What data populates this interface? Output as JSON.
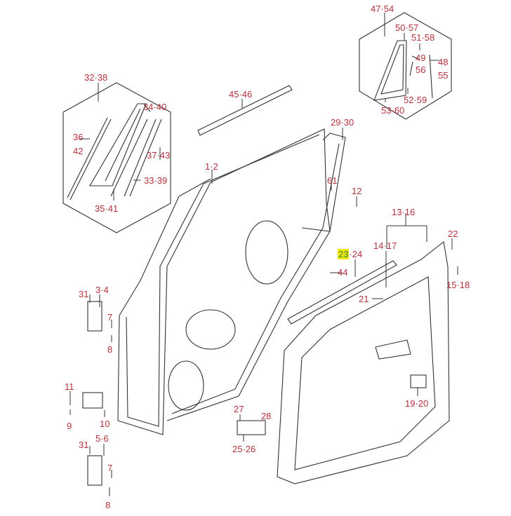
{
  "highlight_color": "#f4e50f",
  "label_color": "#b3323c",
  "callouts": {
    "c47_54": "47·54",
    "c50_57": "50·57",
    "c51_58": "51·58",
    "c49": "49",
    "c56": "56",
    "c48": "48",
    "c55": "55",
    "c52_59": "52·59",
    "c53_60": "53·60",
    "c32_38": "32·38",
    "c45_46": "45·46",
    "c34_40": "34·40",
    "c36": "36",
    "c42": "42",
    "c37_43": "37·43",
    "c33_39": "33·39",
    "c35_41": "35·41",
    "c29_30": "29·30",
    "c1_2": "1·2",
    "c61": "61",
    "c12": "12",
    "c13_16": "13·16",
    "c22": "22",
    "c14_17": "14·17",
    "c23": "23",
    "c24": "·24",
    "c44": "44",
    "c15_18": "15·18",
    "c21": "21",
    "c31a": "31",
    "c3_4": "3·4",
    "c7a": "7",
    "c8a": "8",
    "c11": "11",
    "c9": "9",
    "c10": "10",
    "c5_6": "5·6",
    "c31b": "31",
    "c7b": "7",
    "c8b": "8",
    "c27": "27",
    "c28": "28",
    "c25_26": "25·26",
    "c19_20": "19·20"
  }
}
